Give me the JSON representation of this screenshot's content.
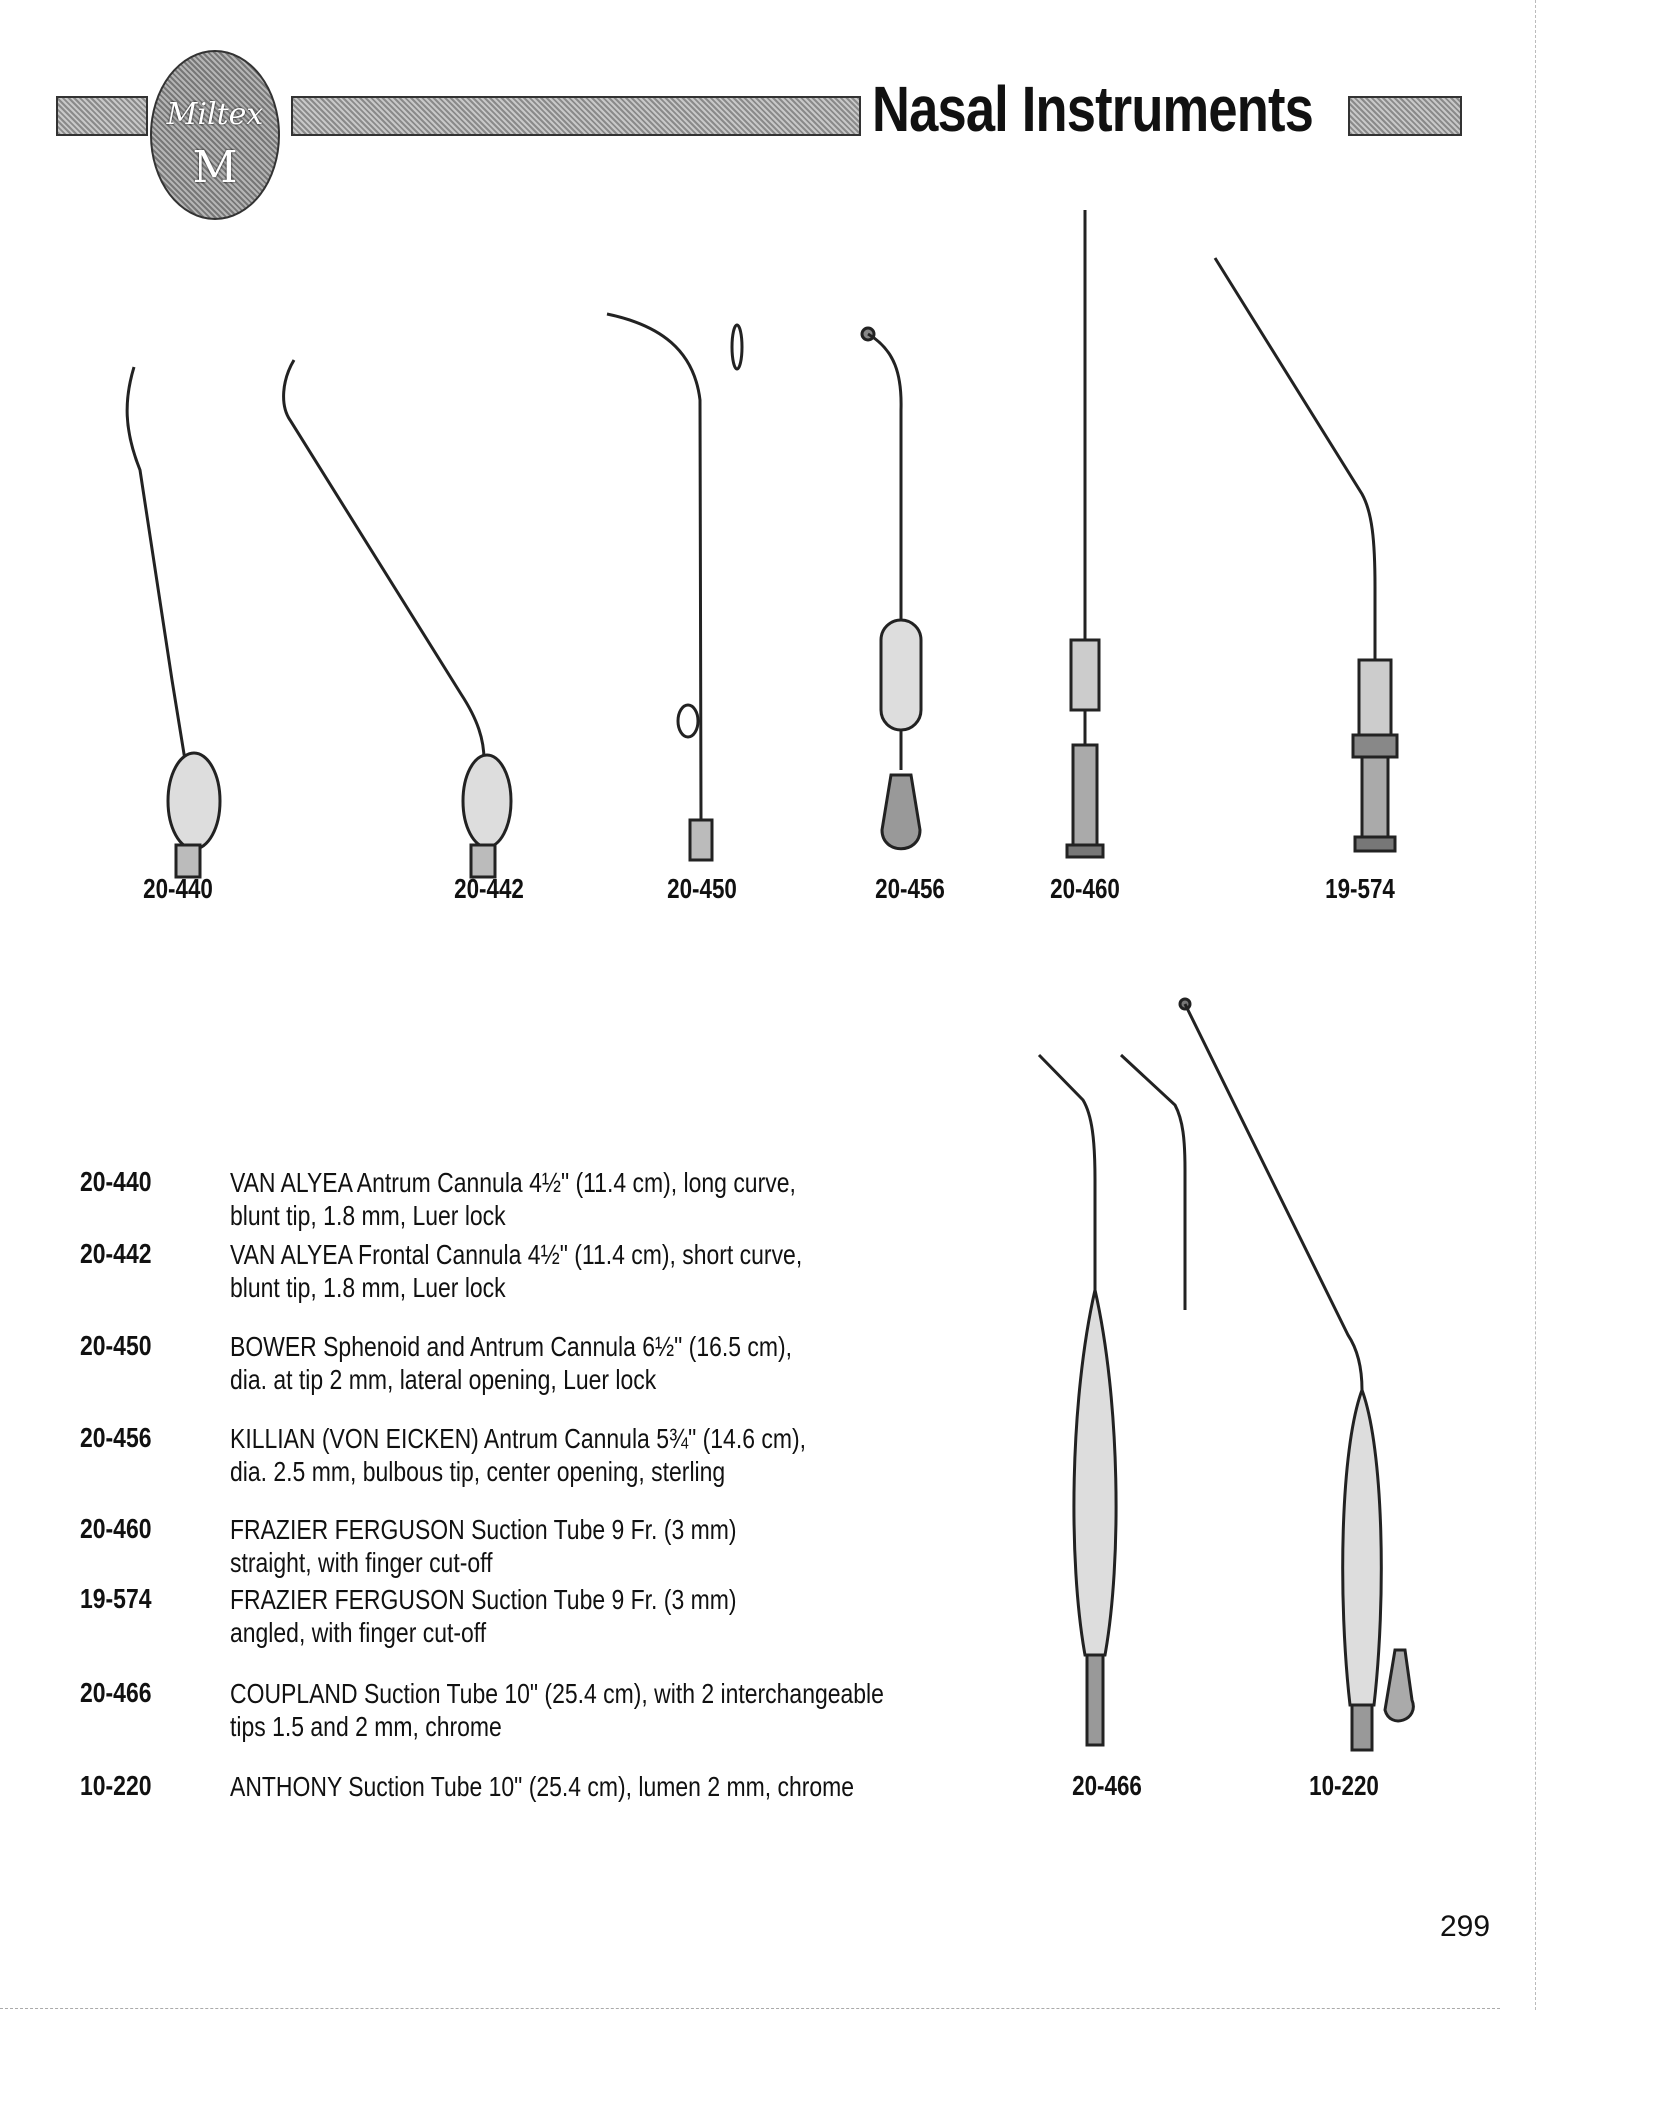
{
  "header": {
    "logo_text": "Miltex M",
    "title": "Nasal Instruments"
  },
  "figure_labels_top": [
    "20-440",
    "20-442",
    "20-450",
    "20-456",
    "20-460",
    "19-574"
  ],
  "figure_labels_bottom": [
    "20-466",
    "10-220"
  ],
  "items": [
    {
      "code": "20-440",
      "line1": "VAN ALYEA Antrum Cannula 4½\" (11.4 cm), long curve,",
      "line2": "blunt tip, 1.8 mm, Luer lock"
    },
    {
      "code": "20-442",
      "line1": "VAN ALYEA Frontal Cannula 4½\" (11.4 cm), short curve,",
      "line2": "blunt tip, 1.8 mm, Luer lock"
    },
    {
      "code": "20-450",
      "line1": "BOWER Sphenoid and Antrum Cannula 6½\" (16.5 cm),",
      "line2": "dia. at tip 2 mm, lateral opening, Luer lock"
    },
    {
      "code": "20-456",
      "line1": "KILLIAN (VON EICKEN) Antrum Cannula 5¾\" (14.6 cm),",
      "line2": "dia. 2.5 mm, bulbous tip, center opening, sterling"
    },
    {
      "code": "20-460",
      "line1": "FRAZIER FERGUSON Suction Tube 9 Fr. (3 mm)",
      "line2": "straight, with finger cut-off"
    },
    {
      "code": "19-574",
      "line1": "FRAZIER FERGUSON Suction Tube 9 Fr. (3 mm)",
      "line2": "angled, with finger cut-off"
    },
    {
      "code": "20-466",
      "line1": "COUPLAND Suction Tube 10\" (25.4 cm), with 2 interchangeable",
      "line2": "tips 1.5 and 2 mm, chrome"
    },
    {
      "code": "10-220",
      "line1": "ANTHONY Suction Tube 10\" (25.4 cm), lumen 2 mm, chrome",
      "line2": ""
    }
  ],
  "page_number": "299"
}
